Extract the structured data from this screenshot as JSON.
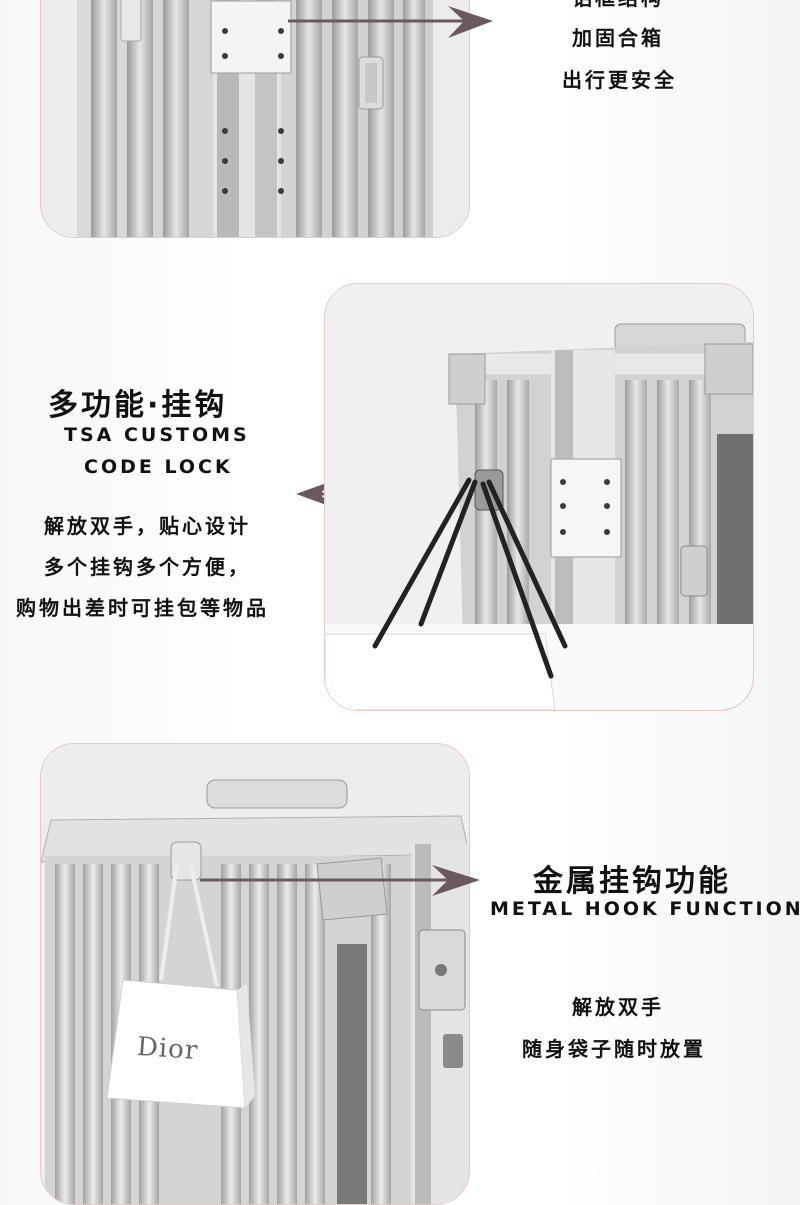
{
  "section1": {
    "partial_line": "铝框结构",
    "lines": [
      "加固合箱",
      "出行更安全"
    ]
  },
  "section2": {
    "title": "多功能·挂钩",
    "en_lines": [
      "TSA CUSTOMS",
      "CODE LOCK"
    ],
    "lines": [
      "解放双手，贴心设计",
      "多个挂钩多个方便，",
      "购物出差时可挂包等物品"
    ]
  },
  "section3": {
    "title": "金属挂钩功能",
    "en_line": "METAL HOOK FUNCTION",
    "lines": [
      "解放双手",
      "随身袋子随时放置"
    ],
    "bag_logo": "Dior"
  },
  "colors": {
    "panel_border": "#e9c9c0",
    "arrow": "#6a5a60",
    "text": "#111111"
  }
}
